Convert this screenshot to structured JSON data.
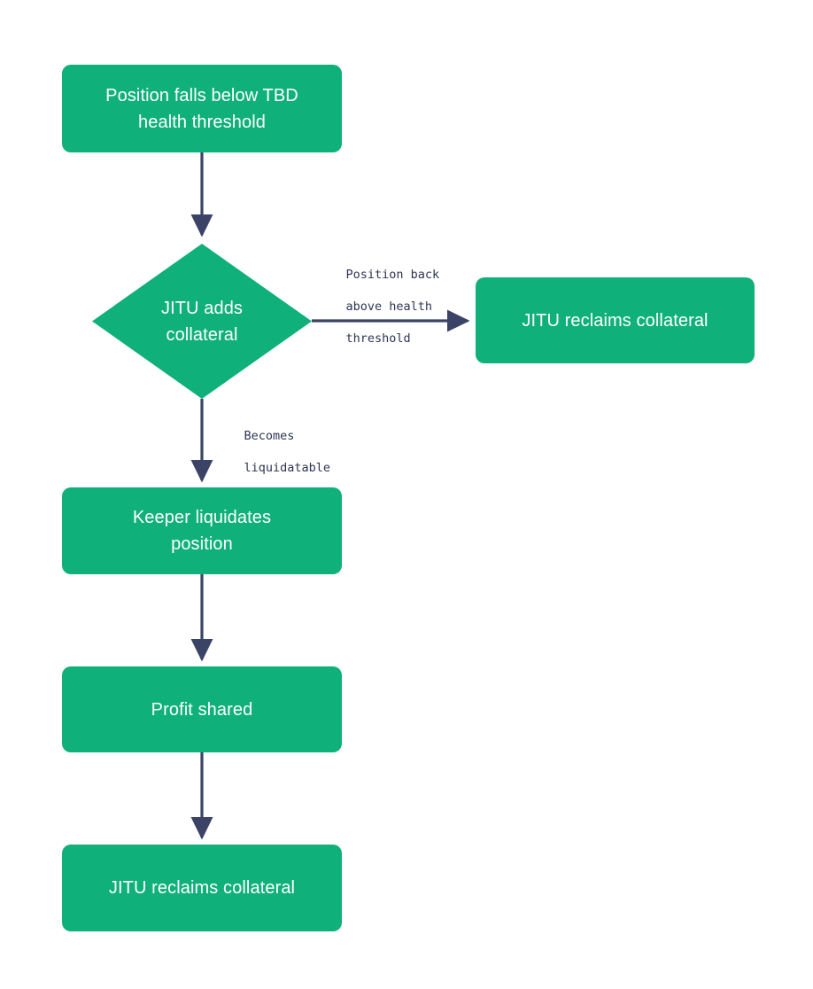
{
  "diagram": {
    "type": "flowchart",
    "orientation": "top-down",
    "background_color": "#ffffff",
    "node_fill_color": "#10b07a",
    "node_text_color": "#ffffff",
    "edge_color": "#3b4466",
    "edge_label_color": "#2d3553",
    "nodes": [
      {
        "id": "start",
        "shape": "rect",
        "label": "Position falls below TBD\nhealth threshold",
        "line1": "Position falls below TBD",
        "line2": "health threshold"
      },
      {
        "id": "decision",
        "shape": "diamond",
        "label": "JITU adds\ncollateral",
        "line1": "JITU adds",
        "line2": "collateral"
      },
      {
        "id": "reclaim_top",
        "shape": "rect",
        "label": "JITU reclaims collateral"
      },
      {
        "id": "liquidate",
        "shape": "rect",
        "label": "Keeper liquidates\nposition",
        "line1": "Keeper liquidates",
        "line2": "position"
      },
      {
        "id": "profit",
        "shape": "rect",
        "label": "Profit shared"
      },
      {
        "id": "reclaim_bot",
        "shape": "rect",
        "label": "JITU reclaims collateral"
      }
    ],
    "edges": [
      {
        "from": "start",
        "to": "decision",
        "label": ""
      },
      {
        "from": "decision",
        "to": "reclaim_top",
        "label": "Position back\nabove health\nthreshold",
        "line1": "Position back",
        "line2": "above health",
        "line3": "threshold"
      },
      {
        "from": "decision",
        "to": "liquidate",
        "label": "Becomes\nliquidatable",
        "line1": "Becomes",
        "line2": "liquidatable"
      },
      {
        "from": "liquidate",
        "to": "profit",
        "label": ""
      },
      {
        "from": "profit",
        "to": "reclaim_bot",
        "label": ""
      }
    ]
  }
}
